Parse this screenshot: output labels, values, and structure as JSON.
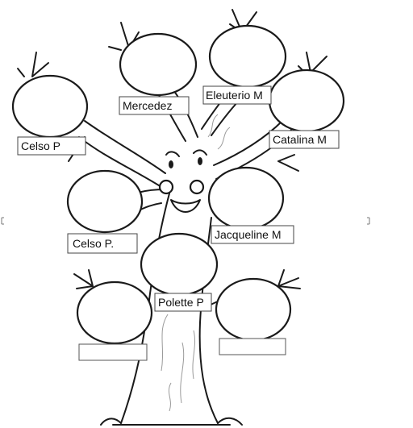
{
  "diagram": {
    "members": [
      {
        "id": "mercedez",
        "label": "Mercedez"
      },
      {
        "id": "eleuterio",
        "label": "Eleuterio M"
      },
      {
        "id": "celso-p-top",
        "label": "Celso P"
      },
      {
        "id": "catalina",
        "label": "Catalina M"
      },
      {
        "id": "celso-p-dot",
        "label": "Celso P."
      },
      {
        "id": "jacqueline",
        "label": "Jacqueline M"
      },
      {
        "id": "polette",
        "label": "Polette P"
      }
    ],
    "blank_labels": [
      "",
      ""
    ],
    "colors": {
      "ink": "#1a1a1a",
      "bark": "#9a9a9a",
      "background": "#ffffff"
    }
  }
}
